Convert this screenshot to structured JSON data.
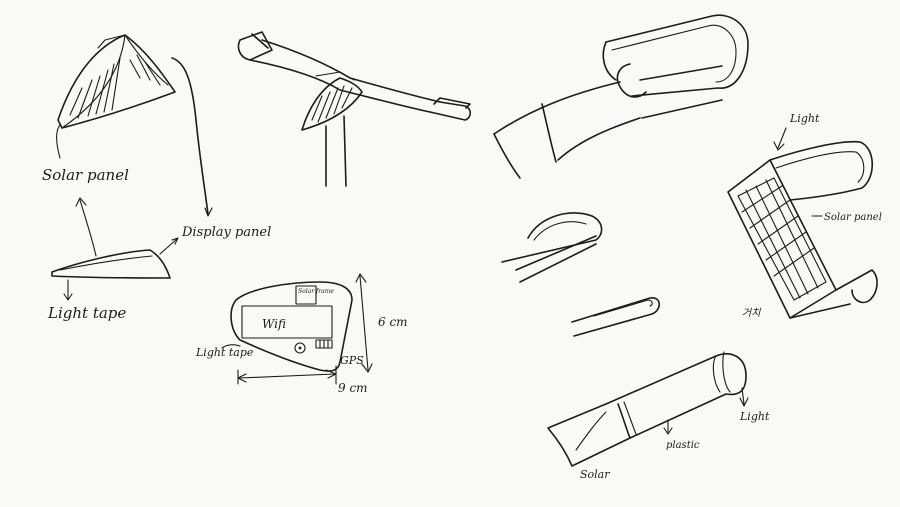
{
  "labels": {
    "solar_panel_left": "Solar panel",
    "display_panel": "Display panel",
    "light_tape_left": "Light tape",
    "device_solar_frame": "Solar frame",
    "device_wifi": "Wifi",
    "device_gps": "GPS",
    "device_light_tape": "Light tape",
    "device_height": "6 cm",
    "device_width": "9 cm",
    "light_right": "Light",
    "solar_panel_right": "Solar panel",
    "korean_note": "거치",
    "light_bottom": "Light",
    "plastic": "plastic",
    "solar_bottom": "Solar"
  },
  "colors": {
    "ink": "#1c1c1c",
    "paper": "#f9f9f7"
  }
}
